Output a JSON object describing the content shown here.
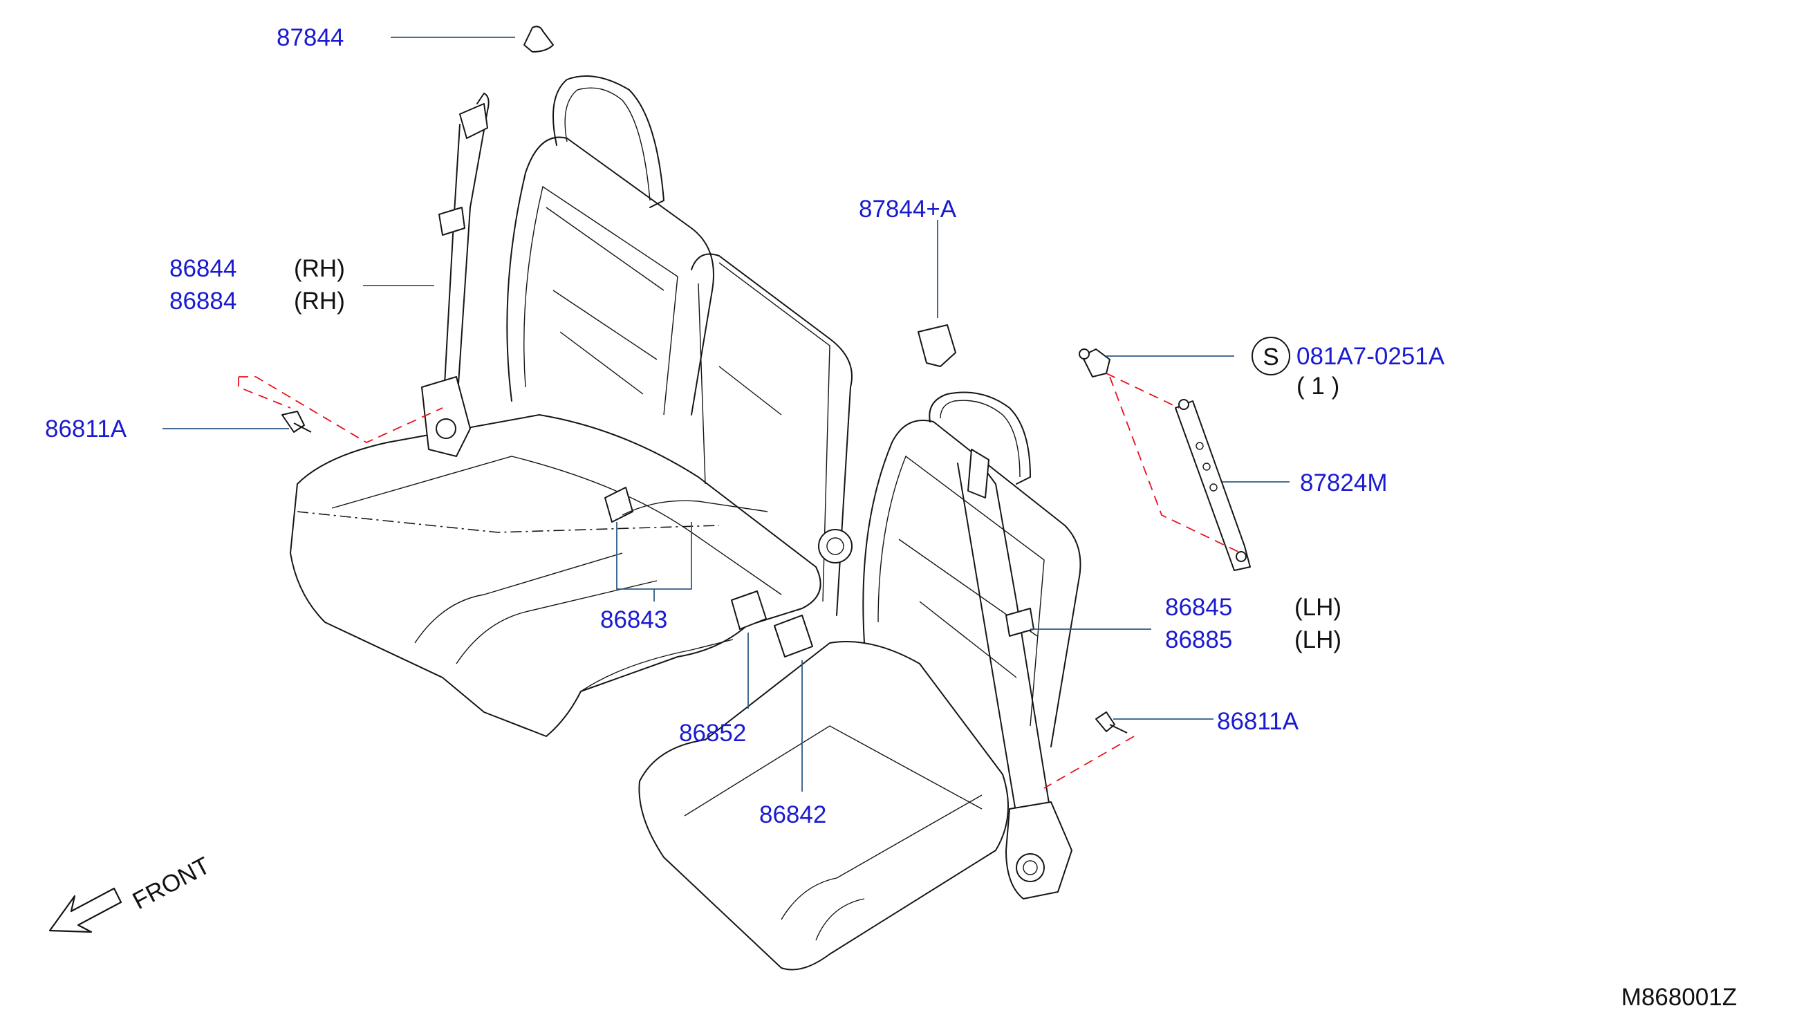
{
  "callouts": {
    "c87844": "87844",
    "c87844a": "87844+A",
    "c86844": "86844",
    "c86844_side": "(RH)",
    "c86884": "86884",
    "c86884_side": "(RH)",
    "c86811a_left": "86811A",
    "c86843": "86843",
    "c86852": "86852",
    "c86842": "86842",
    "c081a7": "081A7-0251A",
    "c081a7_qty": "( 1 )",
    "c081a7_symbol": "S",
    "c87824m": "87824M",
    "c86845": "86845",
    "c86845_side": "(LH)",
    "c86885": "86885",
    "c86885_side": "(LH)",
    "c86811a_right": "86811A"
  },
  "front_label": "FRONT",
  "diagram_id": "M868001Z",
  "colors": {
    "part_number": "#1a1ad0",
    "leader_line": "#2c5a86",
    "assembly_dash": "#e8101c",
    "drawing": "#151515"
  }
}
